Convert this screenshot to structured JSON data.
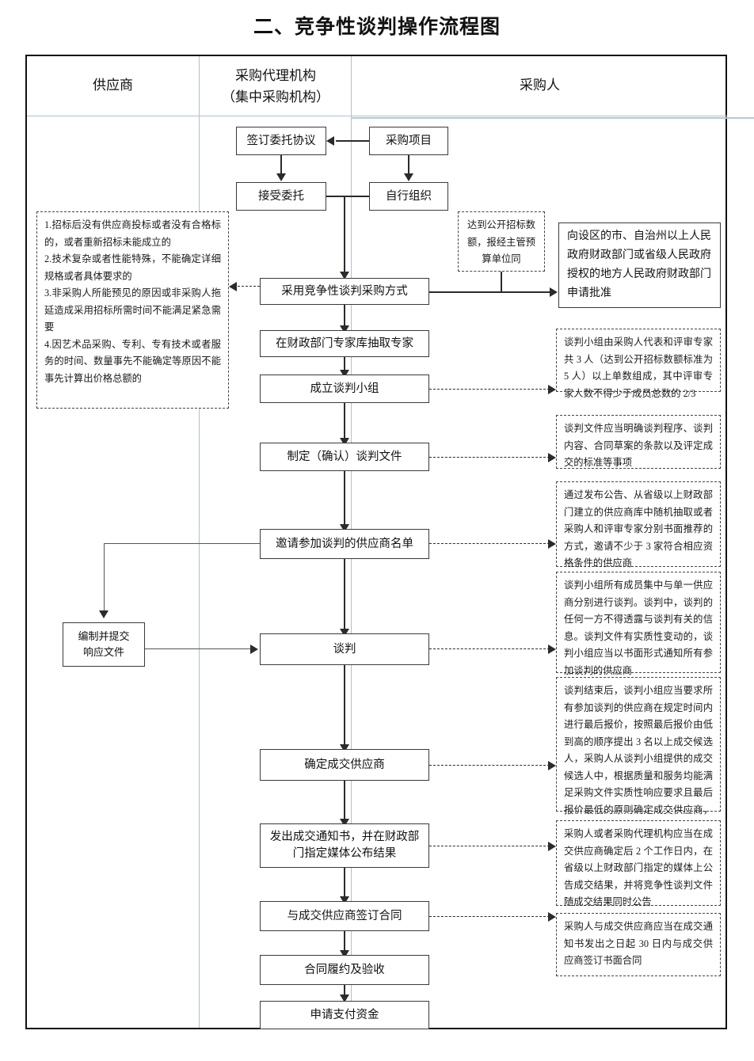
{
  "document": {
    "title": "二、竞争性谈判操作流程图"
  },
  "lanes": [
    {
      "id": "supplier",
      "label": "供应商"
    },
    {
      "id": "agency",
      "label_line1": "采购代理机构",
      "label_line2": "（集中采购机构）"
    },
    {
      "id": "purchaser",
      "label": "采购人"
    }
  ],
  "nodes": {
    "sign_entrust": "签订委托协议",
    "procurement_project": "采购项目",
    "accept_entrust": "接受委托",
    "self_organize": "自行组织",
    "apply_approval": "向设区的市、自治州以上人民政府财政部门或省级人民政府授权的地方人民政府财政部门申请批准",
    "adopt_method": "采用竞争性谈判采购方式",
    "draw_experts": "在财政部门专家库抽取专家",
    "form_group": "成立谈判小组",
    "make_docs": "制定（确认）谈判文件",
    "invite_list": "邀请参加谈判的供应商名单",
    "prepare_response_l1": "编制并提交",
    "prepare_response_l2": "响应文件",
    "negotiate": "谈判",
    "determine_supplier": "确定成交供应商",
    "issue_notice_l1": "发出成交通知书，并在财政部",
    "issue_notice_l2": "门指定媒体公布结果",
    "sign_contract": "与成交供应商签订合同",
    "perform_accept": "合同履约及验收",
    "apply_payment": "申请支付资金"
  },
  "notes": {
    "conditions": "1.招标后没有供应商投标或者没有合格标的，或者重新招标未能成立的\n2.技术复杂或者性能特殊，不能确定详细规格或者具体要求的\n3.非采购人所能预见的原因或非采购人拖延造成采用招标所需时间不能满足紧急需要\n4.因艺术品采购、专利、专有技术或者服务的时间、数量事先不能确定等原因不能事先计算出价格总额的",
    "threshold": "达到公开招标数额，报经主管预算单位同",
    "group_composition": "谈判小组由采购人代表和评审专家共 3 人（达到公开招标数额标准为 5 人）以上单数组成，其中评审专家人数不得少于成员总数的 2/3",
    "docs_content": "谈判文件应当明确谈判程序、谈判内容、合同草案的条款以及评定成交的标准等事项",
    "invite_rule": "通过发布公告、从省级以上财政部门建立的供应商库中随机抽取或者采购人和评审专家分别书面推荐的方式，邀请不少于 3 家符合相应资格条件的供应商",
    "negotiate_rule": "谈判小组所有成员集中与单一供应商分别进行谈判。谈判中，谈判的任何一方不得透露与谈判有关的信息。谈判文件有实质性变动的，谈判小组应当以书面形式通知所有参加谈判的供应商",
    "award_rule": "谈判结束后，谈判小组应当要求所有参加谈判的供应商在规定时间内进行最后报价，按照最后报价由低到高的顺序提出 3 名以上成交候选人，采购人从谈判小组提供的成交候选人中，根据质量和服务均能满足采购文件实质性响应要求且最后报价最低的原则确定成交供应商，也可以书面授权谈判小组直接确定",
    "announce_rule": "采购人或者采购代理机构应当在成交供应商确定后 2 个工作日内，在省级以上财政部门指定的媒体上公告成交结果，并将竞争性谈判文件随成交结果同时公告",
    "contract_rule": "采购人与成交供应商应当在成交通知书发出之日起 30 日内与成交供应商签订书面合同"
  },
  "colors": {
    "frame": "#111111",
    "node_border": "#3a3a3a",
    "lane_divider": "#a9c3d4",
    "connector": "#2b2b2b"
  }
}
